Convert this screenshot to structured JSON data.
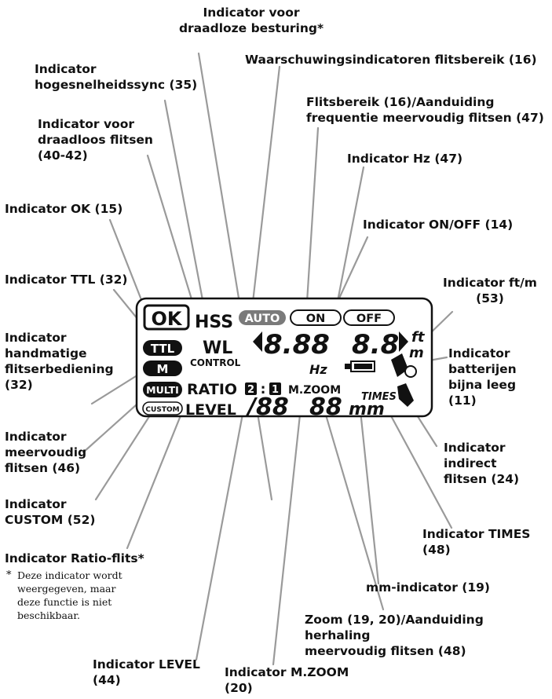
{
  "labels": {
    "wireless_control": "Indicator voor\ndraadloze besturing*",
    "range_warning": "Waarschuwingsindicatoren flitsbereik (16)",
    "hss": "Indicator\nhogesnelheidssync (35)",
    "range_freq": "Flitsbereik (16)/Aanduiding\nfrequentie meervoudig flitsen (47)",
    "wireless_flash": "Indicator voor\ndraadloos flitsen\n(40-42)",
    "hz": "Indicator Hz (47)",
    "ok": "Indicator OK (15)",
    "onoff": "Indicator ON/OFF (14)",
    "ttl": "Indicator TTL (32)",
    "ftm": "Indicator ft/m\n(53)",
    "manual": "Indicator\nhandmatige\nflitserbediening\n(32)",
    "battery": "Indicator\nbatterijen\nbijna leeg\n(11)",
    "multi": "Indicator\nmeervoudig\nflitsen (46)",
    "bounce": "Indicator\nindirect\nflitsen (24)",
    "custom": "Indicator\nCUSTOM (52)",
    "times": "Indicator TIMES\n(48)",
    "ratio": "Indicator Ratio-flits*",
    "mm": "mm-indicator (19)",
    "zoom": "Zoom (19, 20)/Aanduiding herhaling\nmeervoudig flitsen (48)",
    "level": "Indicator LEVEL\n(44)",
    "mzoom": "Indicator M.ZOOM\n(20)"
  },
  "footnote": {
    "star": "*",
    "text": "Deze indicator wordt\nweergegeven, maar\ndeze functie is niet\nbeschikbaar."
  },
  "lcd": {
    "ok": "OK",
    "hss": "HSS",
    "auto": "AUTO",
    "on": "ON",
    "off": "OFF",
    "ttl": "TTL",
    "wl": "WL",
    "control": "CONTROL",
    "m": "M",
    "multi": "MULTI",
    "custom": "CUSTOM",
    "ratio": "RATIO",
    "ratio_a": "2",
    "ratio_colon": ":",
    "ratio_b": "1",
    "mzoom": "M.ZOOM",
    "level": "LEVEL",
    "range_digits": "8.88",
    "range_digits_b": "8.8",
    "ft": "ft",
    "m_unit": "m",
    "hz": "Hz",
    "multi_digits": "/88",
    "zoom_digits": "88",
    "times": "TIMES",
    "mm": "mm"
  }
}
